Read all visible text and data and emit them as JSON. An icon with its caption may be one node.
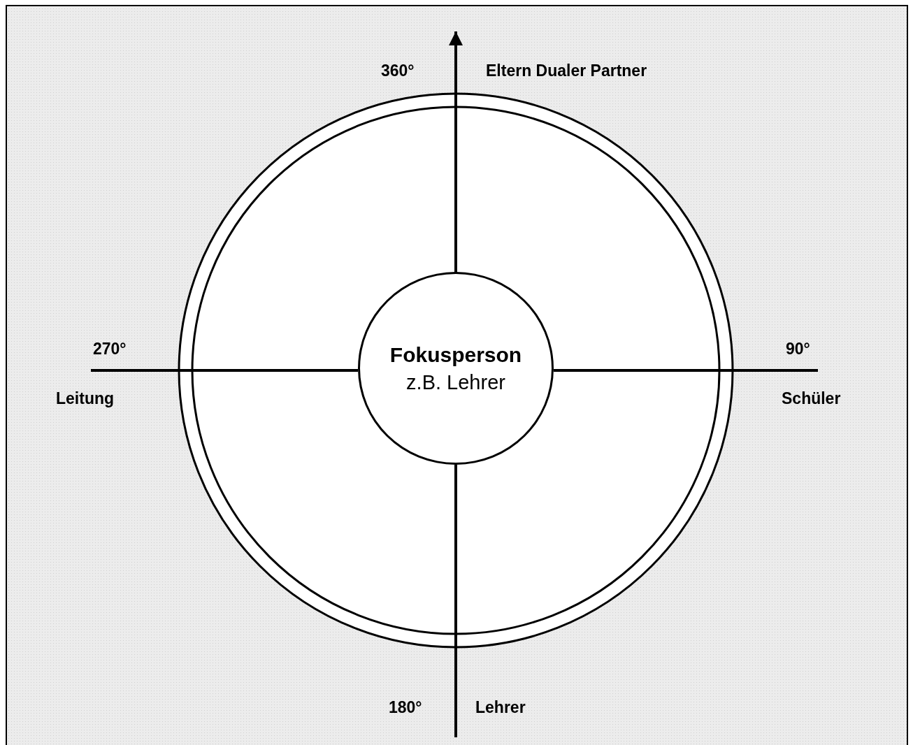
{
  "diagram": {
    "nodes": [
      {
        "text": [],
        "shape": "circle"
      },
      {
        "text": [
          "Fokusperson",
          "z.B. Lehrer"
        ],
        "in": 0
      }
    ],
    "labels": [
      "360°",
      "Eltern Dualer Partner",
      "270°",
      "90°",
      "Leitung",
      "Schüler",
      "180°",
      "Lehrer"
    ]
  }
}
